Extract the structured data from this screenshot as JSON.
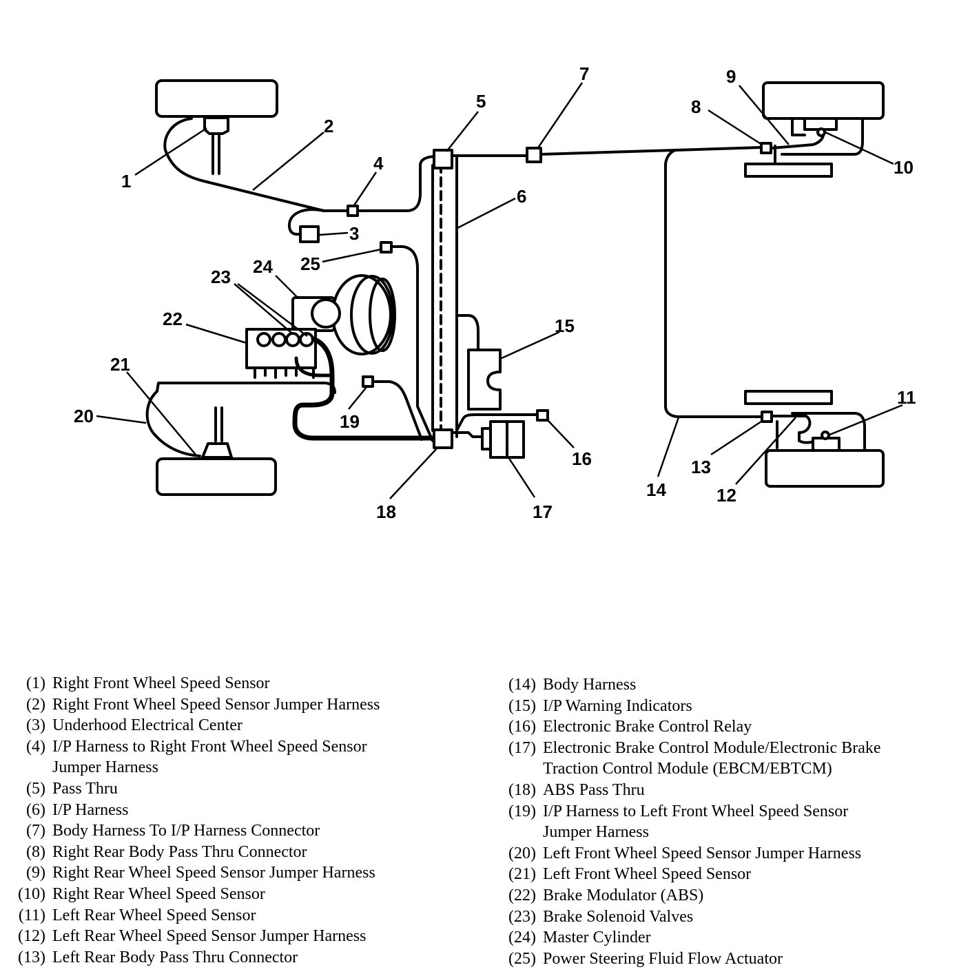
{
  "callouts": [
    "1",
    "2",
    "3",
    "4",
    "5",
    "6",
    "7",
    "8",
    "9",
    "10",
    "11",
    "12",
    "13",
    "14",
    "15",
    "16",
    "17",
    "18",
    "19",
    "20",
    "21",
    "22",
    "23",
    "24",
    "25"
  ],
  "legend_left": [
    {
      "num": "(1)",
      "lines": [
        "Right Front Wheel Speed Sensor"
      ]
    },
    {
      "num": "(2)",
      "lines": [
        "Right Front Wheel Speed Sensor Jumper Harness"
      ]
    },
    {
      "num": "(3)",
      "lines": [
        "Underhood Electrical Center"
      ]
    },
    {
      "num": "(4)",
      "lines": [
        "I/P Harness to Right Front Wheel Speed Sensor",
        "Jumper Harness"
      ]
    },
    {
      "num": "(5)",
      "lines": [
        "Pass Thru"
      ]
    },
    {
      "num": "(6)",
      "lines": [
        "I/P Harness"
      ]
    },
    {
      "num": "(7)",
      "lines": [
        "Body Harness To I/P Harness Connector"
      ]
    },
    {
      "num": "(8)",
      "lines": [
        "Right Rear Body Pass Thru Connector"
      ]
    },
    {
      "num": "(9)",
      "lines": [
        "Right Rear Wheel Speed Sensor Jumper Harness"
      ]
    },
    {
      "num": "(10)",
      "lines": [
        "Right Rear Wheel Speed Sensor"
      ]
    },
    {
      "num": "(11)",
      "lines": [
        "Left Rear Wheel Speed Sensor"
      ]
    },
    {
      "num": "(12)",
      "lines": [
        "Left Rear Wheel Speed Sensor Jumper Harness"
      ]
    },
    {
      "num": "(13)",
      "lines": [
        "Left Rear Body Pass Thru Connector"
      ]
    }
  ],
  "legend_right": [
    {
      "num": "(14)",
      "lines": [
        "Body Harness"
      ]
    },
    {
      "num": "(15)",
      "lines": [
        "I/P Warning Indicators"
      ]
    },
    {
      "num": "(16)",
      "lines": [
        "Electronic Brake Control Relay"
      ]
    },
    {
      "num": "(17)",
      "lines": [
        "Electronic Brake Control Module/Electronic Brake",
        "Traction Control Module (EBCM/EBTCM)"
      ]
    },
    {
      "num": "(18)",
      "lines": [
        "ABS Pass Thru"
      ]
    },
    {
      "num": "(19)",
      "lines": [
        "I/P Harness to Left Front Wheel Speed Sensor",
        "Jumper Harness"
      ]
    },
    {
      "num": "(20)",
      "lines": [
        "Left Front Wheel Speed Sensor Jumper Harness"
      ]
    },
    {
      "num": "(21)",
      "lines": [
        "Left Front Wheel Speed Sensor"
      ]
    },
    {
      "num": "(22)",
      "lines": [
        "Brake Modulator (ABS)"
      ]
    },
    {
      "num": "(23)",
      "lines": [
        "Brake Solenoid Valves"
      ]
    },
    {
      "num": "(24)",
      "lines": [
        "Master Cylinder"
      ]
    },
    {
      "num": "(25)",
      "lines": [
        "Power Steering Fluid Flow Actuator"
      ]
    }
  ]
}
